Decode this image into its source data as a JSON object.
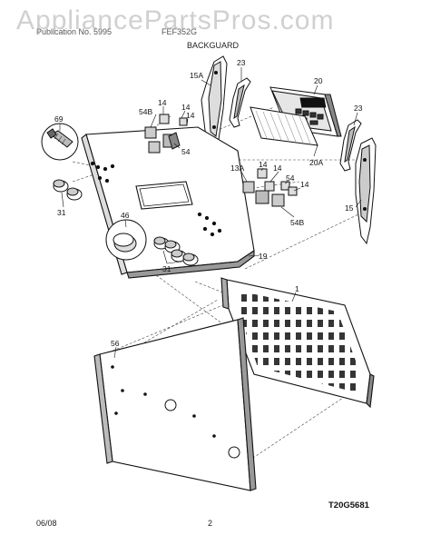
{
  "watermark": "AppliancePartsPros.com",
  "header": {
    "left_text": "Publication No. 5995",
    "center_text": "FEF352G",
    "section_title": "BACKGUARD"
  },
  "diagram": {
    "code": "T20G5681",
    "callouts": {
      "c_15A": "15A",
      "c_23a": "23",
      "c_20": "20",
      "c_14a": "14",
      "c_54Ba": "54B",
      "c_14b": "14",
      "c_14c": "14",
      "c_54a": "54",
      "c_69": "69",
      "c_20A": "20A",
      "c_23b": "23",
      "c_13A": "13A",
      "c_14d": "14",
      "c_14e": "14",
      "c_54b": "54",
      "c_14f": "14",
      "c_54Bb": "54B",
      "c_15": "15",
      "c_31a": "31",
      "c_46": "46",
      "c_19": "19",
      "c_31b": "31",
      "c_1": "1",
      "c_56": "56"
    }
  },
  "footer": {
    "date": "06/08",
    "page": "2"
  }
}
